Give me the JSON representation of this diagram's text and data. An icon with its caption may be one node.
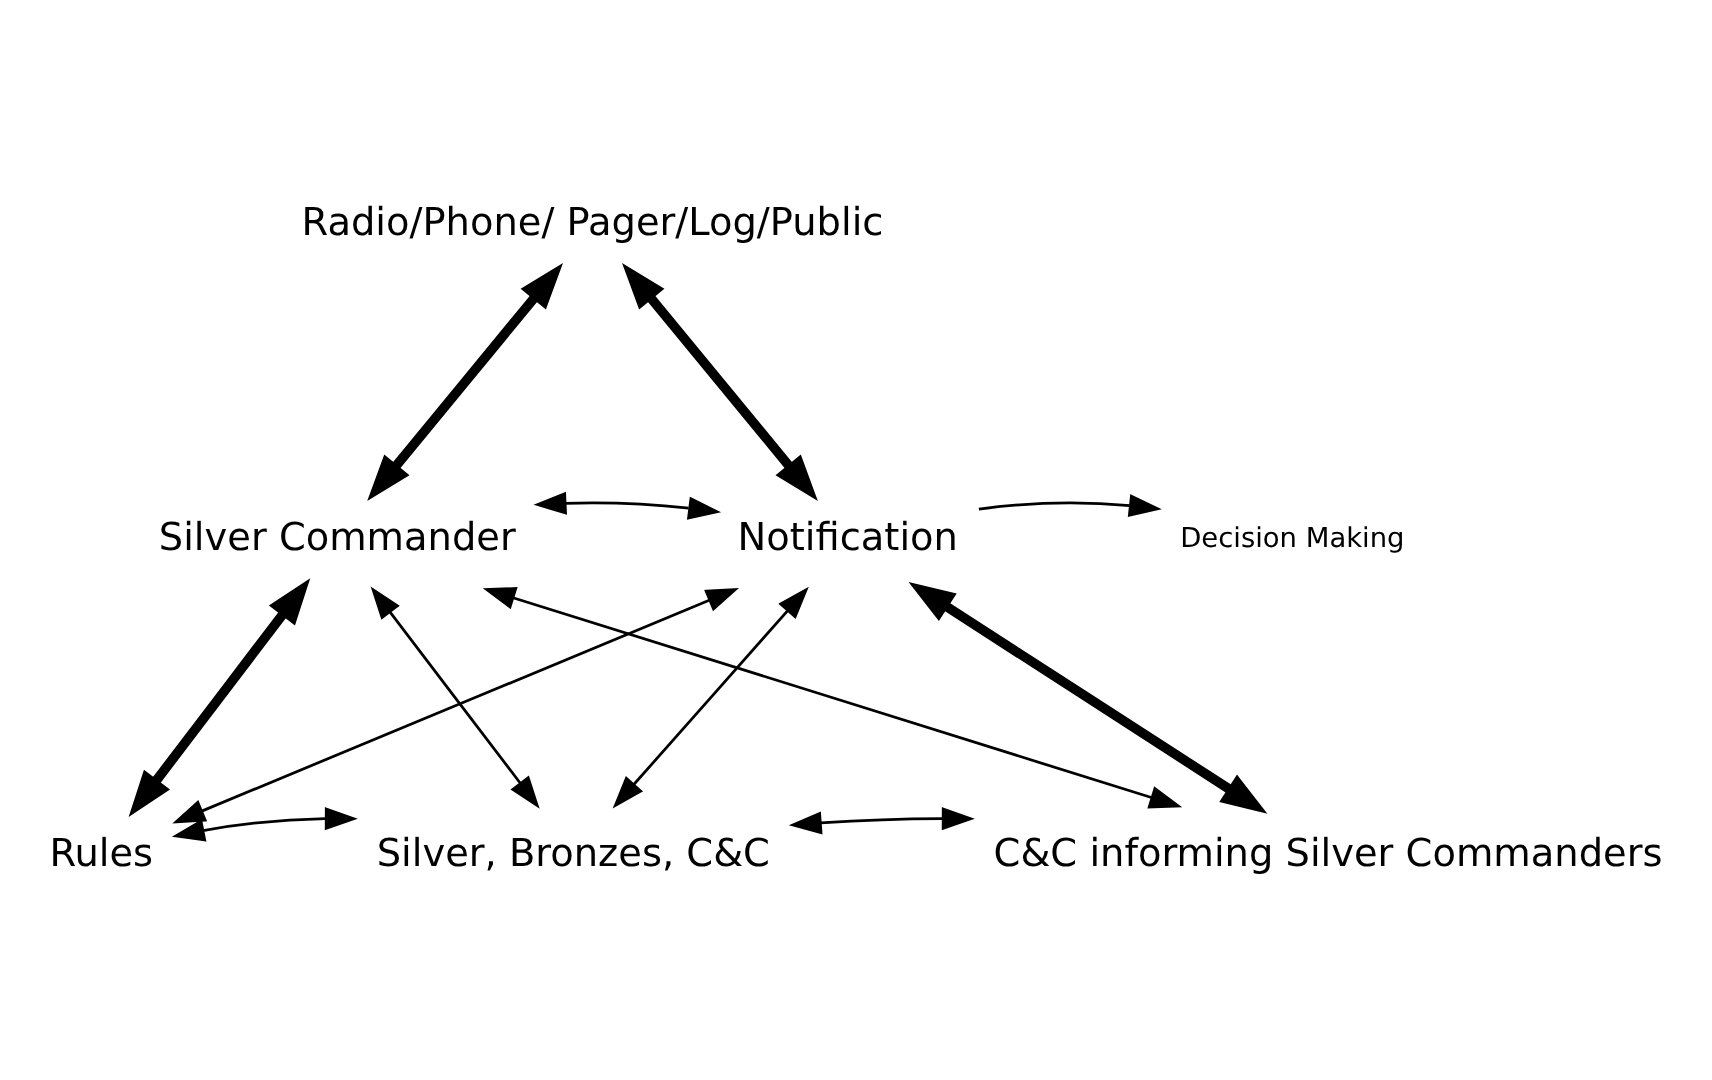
{
  "diagram": {
    "nodes": [
      {
        "text": [
          "Radio/Phone/ Pager/Log/Public"
        ]
      },
      {
        "text": [
          "Silver Commander"
        ]
      },
      {
        "text": [
          "Notification"
        ]
      },
      {
        "text": [
          "Decision Making"
        ]
      },
      {
        "text": [
          "Rules"
        ]
      },
      {
        "text": [
          "Silver, Bronzes, C&C"
        ]
      },
      {
        "text": [
          "C&C informing Silver Commanders"
        ]
      }
    ],
    "edges": [
      {
        "from": 0,
        "to": 1,
        "arrow": "both",
        "style": "thick"
      },
      {
        "from": 0,
        "to": 2,
        "arrow": "both",
        "style": "thick"
      },
      {
        "from": 1,
        "to": 2,
        "arrow": "both"
      },
      {
        "from": 2,
        "to": 3,
        "arrow": "to"
      },
      {
        "from": 1,
        "to": 4,
        "arrow": "both",
        "style": "thick"
      },
      {
        "from": 2,
        "to": 6,
        "arrow": "both",
        "style": "thick"
      },
      {
        "from": 1,
        "to": 5,
        "arrow": "both"
      },
      {
        "from": 1,
        "to": 6,
        "arrow": "both"
      },
      {
        "from": 2,
        "to": 4,
        "arrow": "both"
      },
      {
        "from": 2,
        "to": 5,
        "arrow": "both"
      },
      {
        "from": 4,
        "to": 5,
        "arrow": "both"
      },
      {
        "from": 5,
        "to": 6,
        "arrow": "both"
      }
    ]
  }
}
